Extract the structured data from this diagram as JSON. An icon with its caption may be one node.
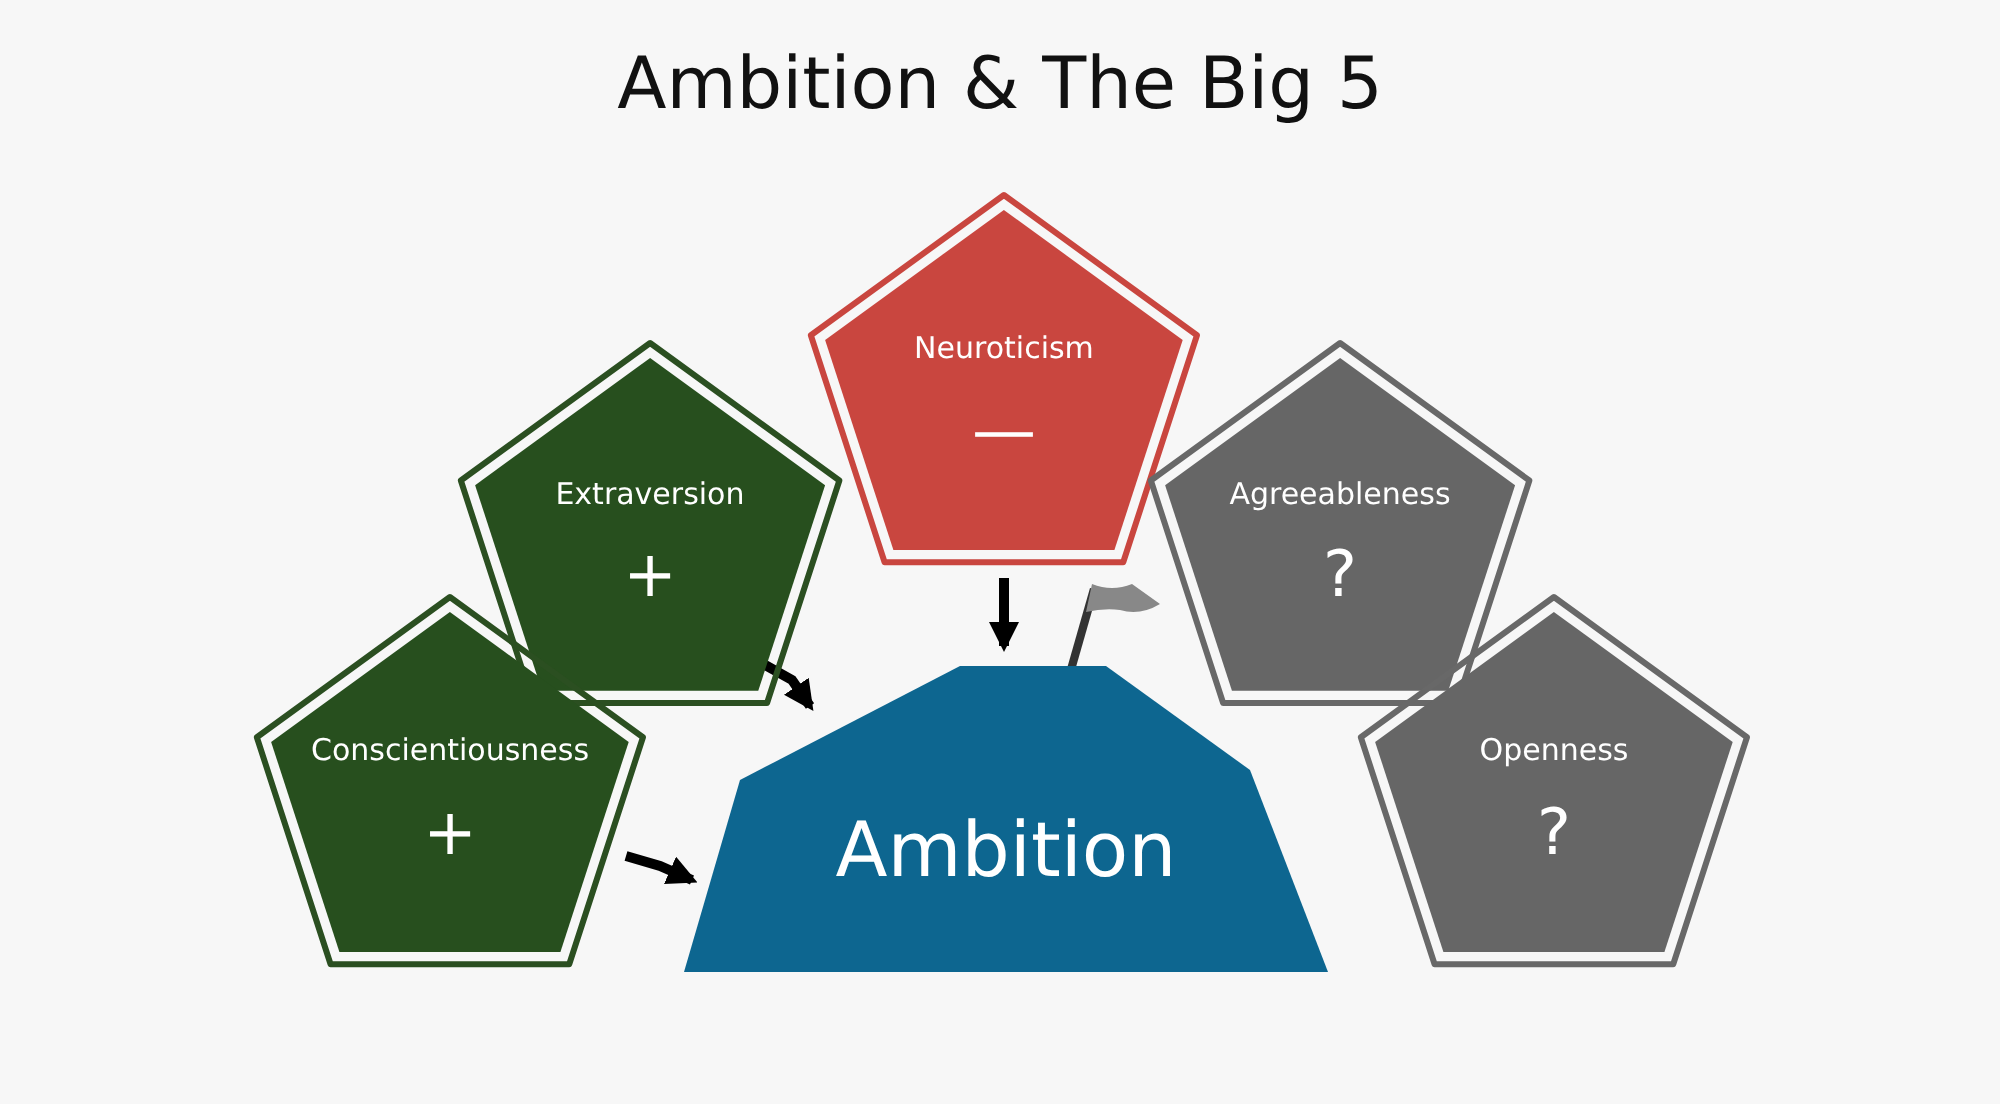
{
  "diagram": {
    "title": "Ambition & The Big 5",
    "nodes": [
      {
        "text": [
          "Neuroticism",
          "—"
        ]
      },
      {
        "text": [
          "Extraversion",
          "+"
        ]
      },
      {
        "text": [
          "Agreeableness",
          "?"
        ]
      },
      {
        "text": [
          "Conscientiousness",
          "+"
        ]
      },
      {
        "text": [
          "Openness",
          "?"
        ]
      },
      {
        "text": [
          "Ambition"
        ]
      }
    ],
    "edges": [
      {
        "from": 1,
        "to": 5,
        "arrow": "to"
      },
      {
        "from": 0,
        "to": 5,
        "arrow": "to"
      },
      {
        "from": 3,
        "to": 5,
        "arrow": "to"
      }
    ]
  }
}
